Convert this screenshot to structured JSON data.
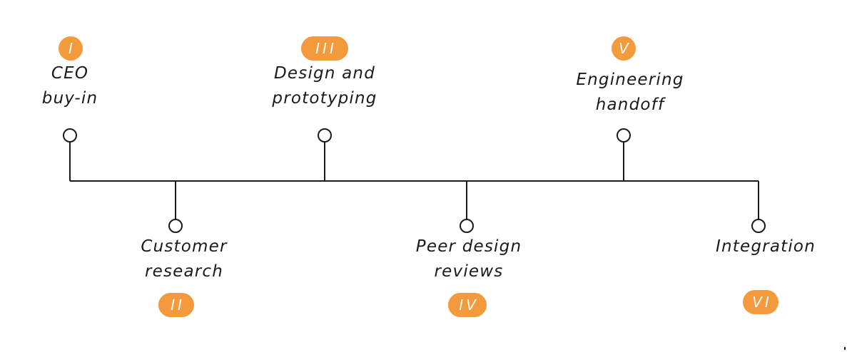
{
  "theme": {
    "badge_color": "#F39A3D",
    "line_color": "#1a1a1a"
  },
  "milestones": [
    {
      "numeral": "I",
      "label_lines": [
        "CEO",
        "buy-in"
      ]
    },
    {
      "numeral": "II",
      "label_lines": [
        "Customer",
        "research"
      ]
    },
    {
      "numeral": "III",
      "label_lines": [
        "Design and",
        "prototyping"
      ]
    },
    {
      "numeral": "IV",
      "label_lines": [
        "Peer design",
        "reviews"
      ]
    },
    {
      "numeral": "V",
      "label_lines": [
        "Engineering",
        "handoff"
      ]
    },
    {
      "numeral": "VI",
      "label_lines": [
        "Integration"
      ]
    }
  ]
}
